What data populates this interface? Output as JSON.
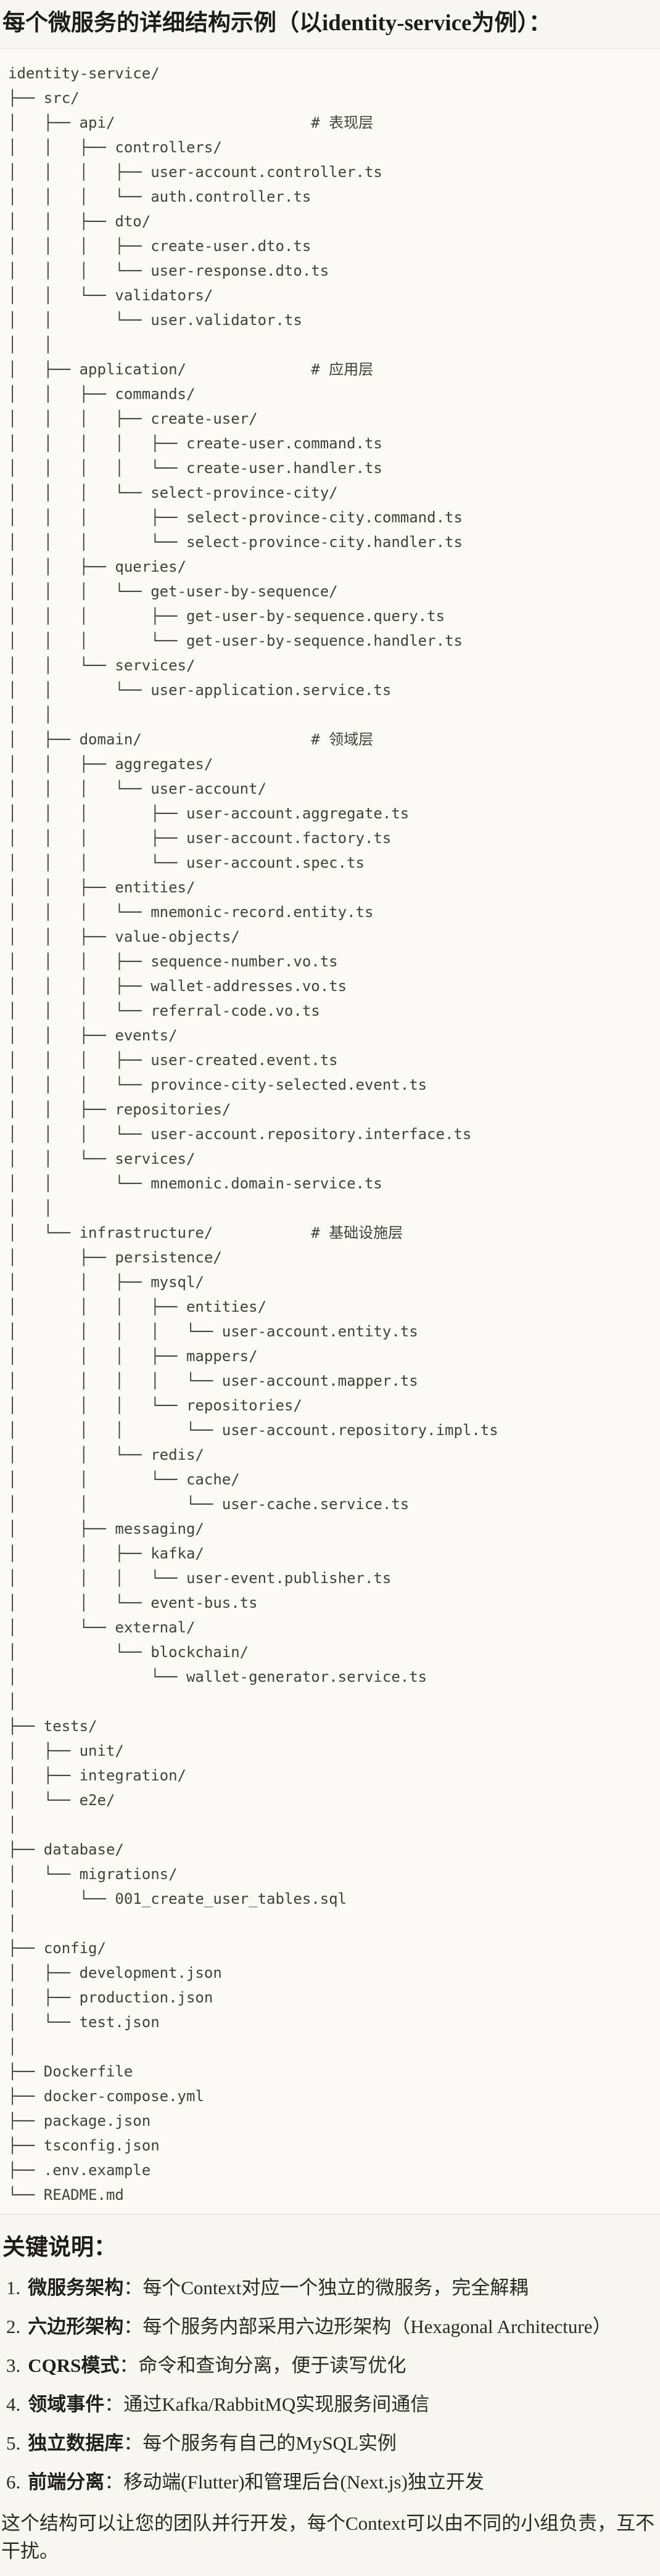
{
  "page": {
    "title": "每个微服务的详细结构示例（以identity-service为例）：",
    "notes_heading": "关键说明：",
    "closing": "这个结构可以让您的团队并行开发，每个Context可以由不同的小组负责，互不干扰。"
  },
  "tree": {
    "lines": [
      "identity-service/",
      "├── src/",
      "│   ├── api/                      # 表现层",
      "│   │   ├── controllers/",
      "│   │   │   ├── user-account.controller.ts",
      "│   │   │   └── auth.controller.ts",
      "│   │   ├── dto/",
      "│   │   │   ├── create-user.dto.ts",
      "│   │   │   └── user-response.dto.ts",
      "│   │   └── validators/",
      "│   │       └── user.validator.ts",
      "│   │",
      "│   ├── application/              # 应用层",
      "│   │   ├── commands/",
      "│   │   │   ├── create-user/",
      "│   │   │   │   ├── create-user.command.ts",
      "│   │   │   │   └── create-user.handler.ts",
      "│   │   │   └── select-province-city/",
      "│   │   │       ├── select-province-city.command.ts",
      "│   │   │       └── select-province-city.handler.ts",
      "│   │   ├── queries/",
      "│   │   │   └── get-user-by-sequence/",
      "│   │   │       ├── get-user-by-sequence.query.ts",
      "│   │   │       └── get-user-by-sequence.handler.ts",
      "│   │   └── services/",
      "│   │       └── user-application.service.ts",
      "│   │",
      "│   ├── domain/                   # 领域层",
      "│   │   ├── aggregates/",
      "│   │   │   └── user-account/",
      "│   │   │       ├── user-account.aggregate.ts",
      "│   │   │       ├── user-account.factory.ts",
      "│   │   │       └── user-account.spec.ts",
      "│   │   ├── entities/",
      "│   │   │   └── mnemonic-record.entity.ts",
      "│   │   ├── value-objects/",
      "│   │   │   ├── sequence-number.vo.ts",
      "│   │   │   ├── wallet-addresses.vo.ts",
      "│   │   │   └── referral-code.vo.ts",
      "│   │   ├── events/",
      "│   │   │   ├── user-created.event.ts",
      "│   │   │   └── province-city-selected.event.ts",
      "│   │   ├── repositories/",
      "│   │   │   └── user-account.repository.interface.ts",
      "│   │   └── services/",
      "│   │       └── mnemonic.domain-service.ts",
      "│   │",
      "│   └── infrastructure/           # 基础设施层",
      "│       ├── persistence/",
      "│       │   ├── mysql/",
      "│       │   │   ├── entities/",
      "│       │   │   │   └── user-account.entity.ts",
      "│       │   │   ├── mappers/",
      "│       │   │   │   └── user-account.mapper.ts",
      "│       │   │   └── repositories/",
      "│       │   │       └── user-account.repository.impl.ts",
      "│       │   └── redis/",
      "│       │       └── cache/",
      "│       │           └── user-cache.service.ts",
      "│       ├── messaging/",
      "│       │   ├── kafka/",
      "│       │   │   └── user-event.publisher.ts",
      "│       │   └── event-bus.ts",
      "│       └── external/",
      "│           └── blockchain/",
      "│               └── wallet-generator.service.ts",
      "│",
      "├── tests/",
      "│   ├── unit/",
      "│   ├── integration/",
      "│   └── e2e/",
      "│",
      "├── database/",
      "│   └── migrations/",
      "│       └── 001_create_user_tables.sql",
      "│",
      "├── config/",
      "│   ├── development.json",
      "│   ├── production.json",
      "│   └── test.json",
      "│",
      "├── Dockerfile",
      "├── docker-compose.yml",
      "├── package.json",
      "├── tsconfig.json",
      "├── .env.example",
      "└── README.md"
    ]
  },
  "notes": {
    "items": [
      {
        "num": "1.",
        "label": "微服务架构",
        "text": "：每个Context对应一个独立的微服务，完全解耦"
      },
      {
        "num": "2.",
        "label": "六边形架构",
        "text": "：每个服务内部采用六边形架构（Hexagonal Architecture）"
      },
      {
        "num": "3.",
        "label": "CQRS模式",
        "text": "：命令和查询分离，便于读写优化"
      },
      {
        "num": "4.",
        "label": "领域事件",
        "text": "：通过Kafka/RabbitMQ实现服务间通信"
      },
      {
        "num": "5.",
        "label": "独立数据库",
        "text": "：每个服务有自己的MySQL实例"
      },
      {
        "num": "6.",
        "label": "前端分离",
        "text": "：移动端(Flutter)和管理后台(Next.js)独立开发"
      }
    ]
  }
}
